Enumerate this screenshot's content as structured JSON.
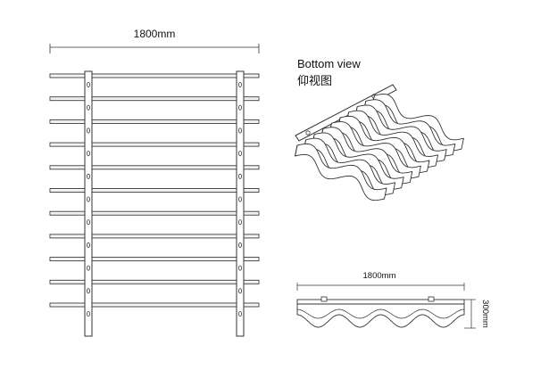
{
  "front_view": {
    "width_label": "1800mm",
    "slat_count": 11,
    "bracket_count": 2
  },
  "bottom_view": {
    "title_en": "Bottom view",
    "title_zh": "仰视图",
    "fin_count": 10
  },
  "section_view": {
    "width_label": "1800mm",
    "height_label": "300mm",
    "wave_count": 4
  },
  "colors": {
    "line": "#333333",
    "fill": "#ffffff",
    "shade": "#d9d9d9"
  }
}
